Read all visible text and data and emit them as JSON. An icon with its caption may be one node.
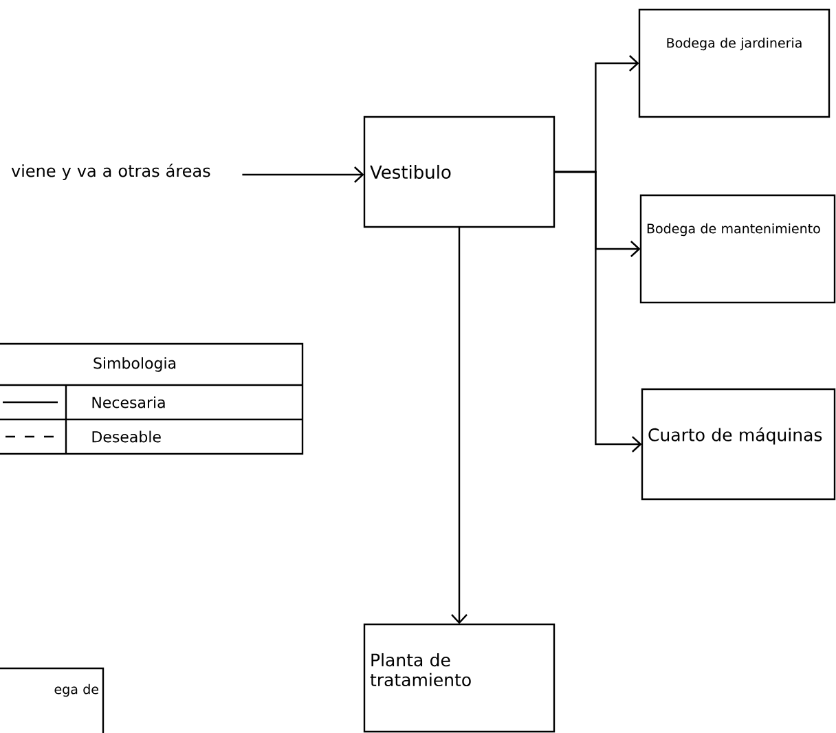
{
  "diagram": {
    "nodes": [
      {
        "text": [
          "viene y va a otras áreas"
        ]
      },
      {
        "text": [
          "Vestibulo"
        ]
      },
      {
        "text": [
          "Bodega de jardineria"
        ]
      },
      {
        "text": [
          "Bodega de mantenimiento"
        ]
      },
      {
        "text": [
          "Cuarto de máquinas"
        ]
      },
      {
        "text": [
          "Planta de tratamiento"
        ]
      },
      {
        "text": [
          "ega de"
        ]
      }
    ],
    "edges": [
      {
        "from": 0,
        "to": 1,
        "arrow": "to"
      },
      {
        "from": 1,
        "to": 2,
        "arrow": "to"
      },
      {
        "from": 1,
        "to": 3,
        "arrow": "to"
      },
      {
        "from": 1,
        "to": 4,
        "arrow": "to"
      },
      {
        "from": 1,
        "to": 5,
        "arrow": "to"
      }
    ],
    "labels": [
      "Simbologia"
    ],
    "legend": [
      {
        "text": "Necesaria"
      },
      {
        "text": "Deseable"
      }
    ]
  }
}
